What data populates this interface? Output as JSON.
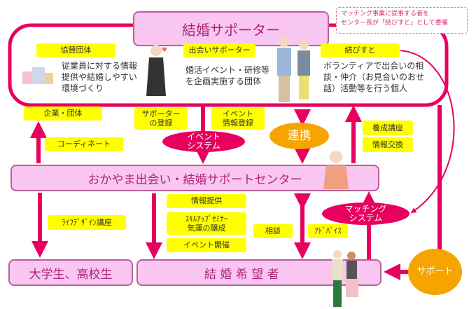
{
  "title": "結婚サポーター",
  "callout": "マッチング事業に従事する者を\nセンター長が「結びすと」として委嘱",
  "supporters": [
    {
      "label": "協賛団体",
      "desc": "従業員に対する情報\n提供や結婚しやすい\n環境づくり"
    },
    {
      "label": "出会いサポーター",
      "desc": "婚活イベント・研修等\nを企画実施する団体"
    },
    {
      "label": "結びすと",
      "desc": "ボランティアで出会いの相\n談・仲介（お見合いのおせ\n話）活動等を行う個人"
    }
  ],
  "upper_labels": {
    "company": "企業・団体",
    "coordinate": "コーディネート",
    "supporter_reg": "サポーター\nの登録",
    "event_reg": "イベント\n情報登録",
    "event_system": "イベント\nシステム",
    "cooperation": "連携",
    "training": "養成講座",
    "info_exchange": "情報交換"
  },
  "center": "おかやま出会い・結婚サポートセンター",
  "lower_labels": {
    "life_design": "ﾗｲﾌﾃﾞｻﾞｲﾝ講座",
    "info_provide": "情報提供",
    "skillup": "ｽｷﾙｱｯﾌﾟｾﾐﾅｰ\n気運の醸成",
    "event_hold": "イベント開催",
    "consult": "相談",
    "advice": "ｱﾄﾞﾊﾞｲｽ",
    "matching_system": "マッチング\nシステム",
    "support": "サポート"
  },
  "bottom": {
    "students": "大学生、高校生",
    "seekers": "結 婚 希 望 者"
  },
  "colors": {
    "pink": "#e8005e",
    "box": "#f8c6f0",
    "yellow": "#ffff00",
    "orange": "#f5a400"
  }
}
